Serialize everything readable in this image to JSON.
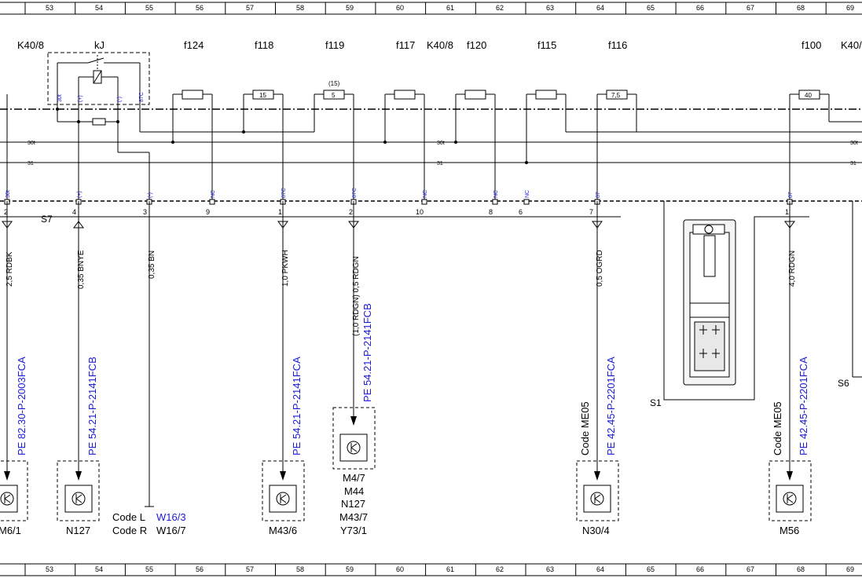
{
  "grid": [
    "53",
    "54",
    "55",
    "56",
    "57",
    "58",
    "59",
    "60",
    "61",
    "62",
    "63",
    "64",
    "65",
    "66",
    "67",
    "68",
    "69"
  ],
  "header": {
    "k40_8_left": "K40/8",
    "kj": "kJ",
    "f124": "f124",
    "f118": "f118",
    "f119": "f119",
    "f117": "f117",
    "k40_8_mid": "K40/8",
    "f120": "f120",
    "f115": "f115",
    "f116": "f116",
    "f100": "f100",
    "k40_right": "K40/"
  },
  "fuses": {
    "f118_rating": "15",
    "f119_rating": "5",
    "f119_note": "(15)",
    "f116_rating": "7,5",
    "f100_rating": "40"
  },
  "relay_pins": {
    "p30t": "30t",
    "pplus": "(+)",
    "pminus": "(-)",
    "p87c": "87C"
  },
  "rails": {
    "r30t_a": "30t",
    "r30t_b": "30t",
    "r30t_c": "30t",
    "r31_a": "31",
    "r31_b": "31",
    "r31_c": "31"
  },
  "connector": {
    "name": "S7",
    "pins": [
      "2",
      "4",
      "3",
      "9",
      "1",
      "2",
      "10",
      "8",
      "6",
      "7",
      "1"
    ],
    "terminals": [
      "30t",
      "(+)",
      "(-)",
      "NC",
      "87C",
      "87C",
      "NC",
      "NC",
      "NC",
      "87",
      "87"
    ]
  },
  "wires": {
    "w1": "2,5 RDBK",
    "w2": "0,35 BNYE",
    "w3": "0,35 BN",
    "w4": "1,0 PKWH",
    "w5": "(1,0 RDGN) 0,5 RDGN",
    "w6": "0,5 OGRD",
    "w7": "4,0 RDGN"
  },
  "refs": {
    "pe1": "PE 82.30-P-2003FCA",
    "pe2": "PE 54.21-P-2141FCB",
    "pe3": "PE 54.21-P-2141FCA",
    "pe4": "PE 54.21-P-2141FCB",
    "pe5": "PE 42.45-P-2201FCA",
    "pe6": "PE 42.45-P-2201FCA"
  },
  "codes": {
    "c1": "Code ME05",
    "c2": "Code ME05"
  },
  "components": {
    "m6_1": "M6/1",
    "n127": "N127",
    "m43_6": "M43/6",
    "m4_7_list": [
      "M4/7",
      "M44",
      "N127",
      "M43/7",
      "Y73/1"
    ],
    "n30_4": "N30/4",
    "m56": "M56"
  },
  "w16": {
    "code_l": "Code L",
    "w16_3": "W16/3",
    "code_r": "Code R",
    "w16_7": "W16/7"
  },
  "labels": {
    "s1": "S1",
    "s6": "S6"
  }
}
